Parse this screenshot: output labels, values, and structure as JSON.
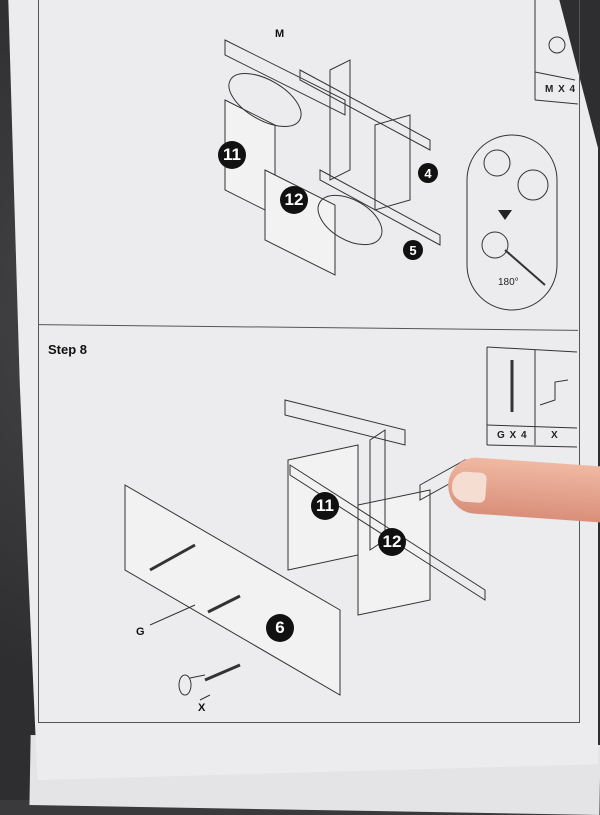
{
  "step7": {
    "part_label_m": "M",
    "hardware_count": "M X 4",
    "panel_11": "11",
    "panel_12": "12",
    "part_4": "4",
    "part_5": "5",
    "rotation": "180°"
  },
  "step8": {
    "title": "Step 8",
    "hardware_screw": "G X 4",
    "hardware_key": "X",
    "panel_11": "11",
    "panel_12": "12",
    "panel_6": "6",
    "screw_label": "G",
    "key_label": "X"
  }
}
